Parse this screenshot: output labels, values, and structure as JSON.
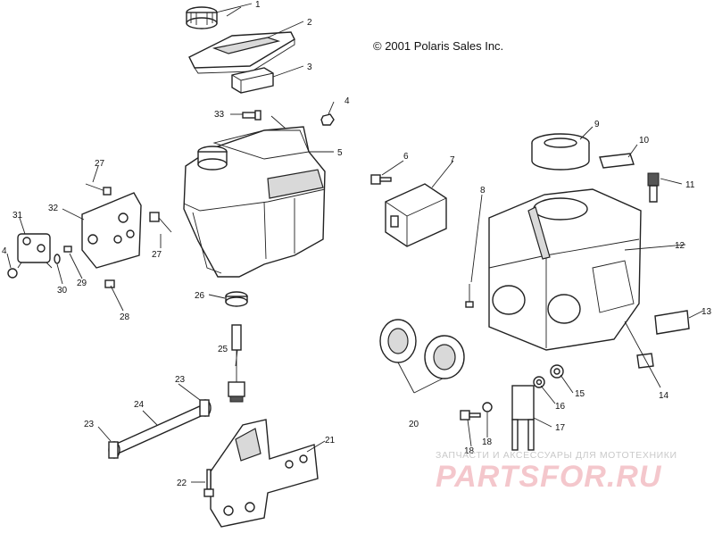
{
  "copyright": "© 2001 Polaris Sales Inc.",
  "watermark": {
    "tagline": "ЗАПЧАСТИ И АКСЕССУАРЫ ДЛЯ МОТОТЕХНИКИ",
    "brand": "PARTSFOR.RU"
  },
  "callouts": {
    "c1": "1",
    "c2": "2",
    "c3": "3",
    "c4a": "4",
    "c4b": "4",
    "c5": "5",
    "c6": "6",
    "c7": "7",
    "c8": "8",
    "c9": "9",
    "c10": "10",
    "c11": "11",
    "c12": "12",
    "c13": "13",
    "c14": "14",
    "c15": "15",
    "c16": "16",
    "c17": "17",
    "c18a": "18",
    "c18b": "18",
    "c20": "20",
    "c21": "21",
    "c22": "22",
    "c23a": "23",
    "c23b": "23",
    "c24": "24",
    "c25": "25",
    "c26": "26",
    "c27a": "27",
    "c27b": "27",
    "c28": "28",
    "c29": "29",
    "c30": "30",
    "c31": "31",
    "c32": "32",
    "c33": "33"
  }
}
